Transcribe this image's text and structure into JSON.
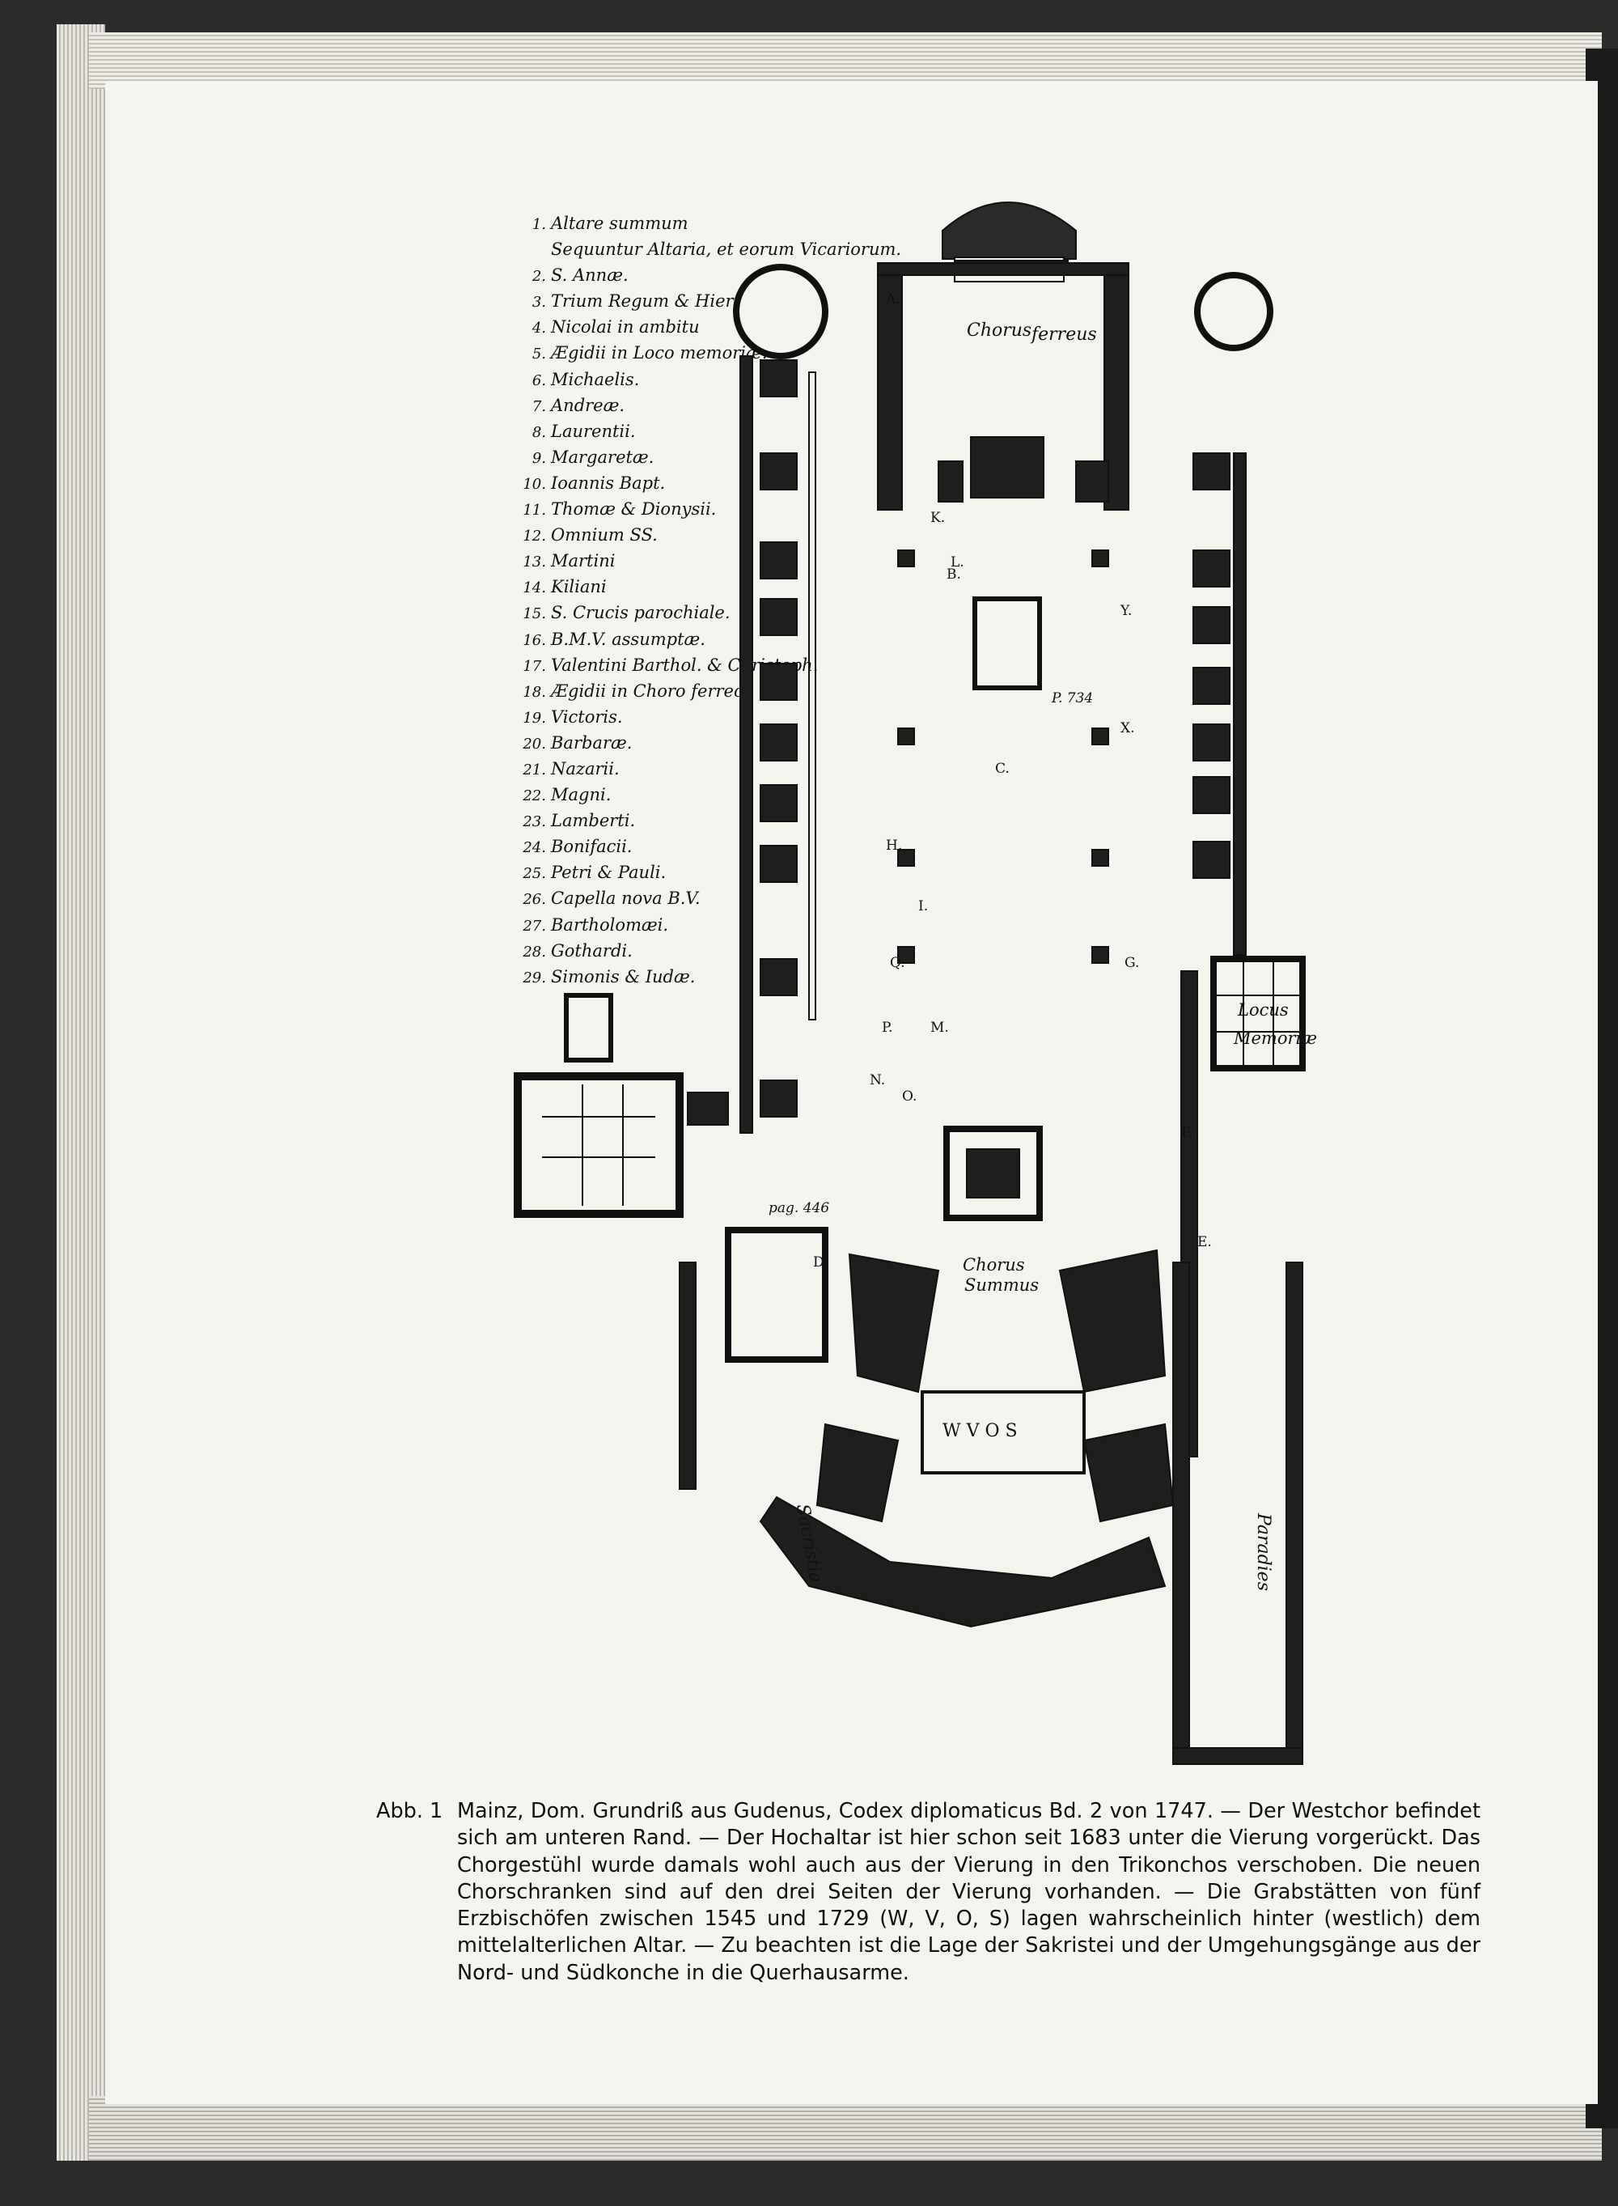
{
  "figure": {
    "legend": [
      {
        "num": "1.",
        "label": "Altare summum"
      },
      {
        "num": "",
        "label": "Sequuntur Altaria, et eorum Vicariorum."
      },
      {
        "num": "2.",
        "label": "S. Annæ."
      },
      {
        "num": "3.",
        "label": "Trium Regum & Hieronymi"
      },
      {
        "num": "4.",
        "label": "Nicolai in ambitu"
      },
      {
        "num": "5.",
        "label": "Ægidii in Loco memoriæ."
      },
      {
        "num": "6.",
        "label": "Michaelis."
      },
      {
        "num": "7.",
        "label": "Andreæ."
      },
      {
        "num": "8.",
        "label": "Laurentii."
      },
      {
        "num": "9.",
        "label": "Margaretæ."
      },
      {
        "num": "10.",
        "label": "Ioannis Bapt."
      },
      {
        "num": "11.",
        "label": "Thomæ & Dionysii."
      },
      {
        "num": "12.",
        "label": "Omnium SS."
      },
      {
        "num": "13.",
        "label": "Martini"
      },
      {
        "num": "14.",
        "label": "Kiliani"
      },
      {
        "num": "15.",
        "label": "S. Crucis parochiale."
      },
      {
        "num": "16.",
        "label": "B.M.V. assumptæ."
      },
      {
        "num": "17.",
        "label": "Valentini Barthol. & Christoph."
      },
      {
        "num": "18.",
        "label": "Ægidii in Choro ferreo."
      },
      {
        "num": "19.",
        "label": "Victoris."
      },
      {
        "num": "20.",
        "label": "Barbaræ."
      },
      {
        "num": "21.",
        "label": "Nazarii."
      },
      {
        "num": "22.",
        "label": "Magni."
      },
      {
        "num": "23.",
        "label": "Lamberti."
      },
      {
        "num": "24.",
        "label": "Bonifacii."
      },
      {
        "num": "25.",
        "label": "Petri & Pauli."
      },
      {
        "num": "26.",
        "label": "Capella nova B.V."
      },
      {
        "num": "27.",
        "label": "Bartholomæi."
      },
      {
        "num": "28.",
        "label": "Gothardi."
      },
      {
        "num": "29.",
        "label": "Simonis & Iudæ."
      }
    ],
    "plan_labels": {
      "chorus_ferreus_1": "Chorus",
      "chorus_ferreus_2": "ferreus",
      "chorus_summus_1": "Chorus",
      "chorus_summus_2": "Summus",
      "locus_memoriae_1": "Locus",
      "locus_memoriae_2": "Memoriæ",
      "paradies": "Paradies",
      "sacristia": "Sacristia",
      "grave_letters": "W V O S",
      "pag_734": "P. 734",
      "pag_446": "pag. 446"
    },
    "plan_letters": [
      "A.",
      "B.",
      "C.",
      "D.",
      "E.",
      "F.",
      "G.",
      "H.",
      "I.",
      "K.",
      "L.",
      "M.",
      "N.",
      "O.",
      "P.",
      "Q.",
      "X.",
      "Y."
    ]
  },
  "caption": {
    "label": "Abb. 1",
    "text": "Mainz, Dom. Grundriß aus Gudenus, Codex diplomaticus Bd. 2 von 1747. — Der Westchor befindet sich am unteren Rand. — Der Hochaltar ist hier schon seit 1683 unter die Vierung vorgerückt. Das Chorgestühl wurde damals wohl auch aus der Vierung in den Trikonchos verschoben. Die neuen Chorschranken sind auf den drei Seiten der Vierung vorhanden. — Die Grabstätten von fünf Erzbischöfen zwischen 1545 und 1729 (W, V, O, S) lagen wahrscheinlich hinter (westlich) dem mittelalterlichen Altar. — Zu beachten ist die Lage der Sakristei und der Umgehungsgänge aus der Nord- und Südkonche in die Querhausarme."
  }
}
